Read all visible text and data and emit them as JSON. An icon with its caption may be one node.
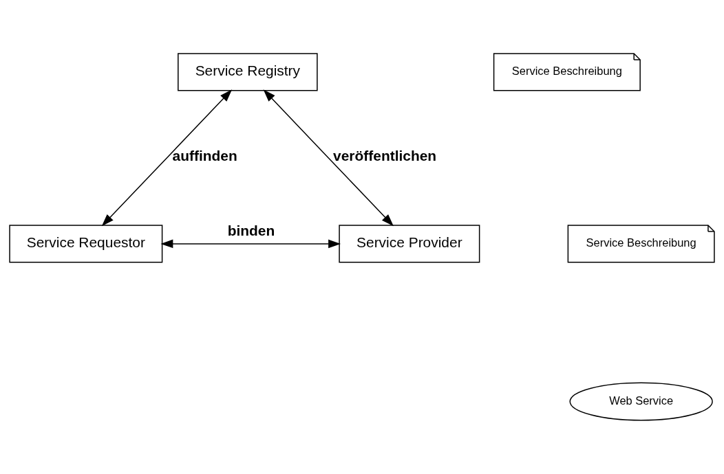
{
  "diagram": {
    "nodes": [
      {
        "text": [
          "Service Registry"
        ]
      },
      {
        "text": [
          "Service Beschreibung"
        ]
      },
      {
        "text": [
          "Service Requestor"
        ]
      },
      {
        "text": [
          "Service Provider"
        ]
      },
      {
        "text": [
          "Service Beschreibung"
        ]
      },
      {
        "text": [
          "Web Service"
        ]
      }
    ],
    "edges": [
      {
        "from": 0,
        "to": 2,
        "arrow": "both",
        "label": "auffinden"
      },
      {
        "from": 0,
        "to": 3,
        "arrow": "both",
        "label": "veröffentlichen"
      },
      {
        "from": 2,
        "to": 3,
        "arrow": "both",
        "label": "binden"
      }
    ]
  }
}
